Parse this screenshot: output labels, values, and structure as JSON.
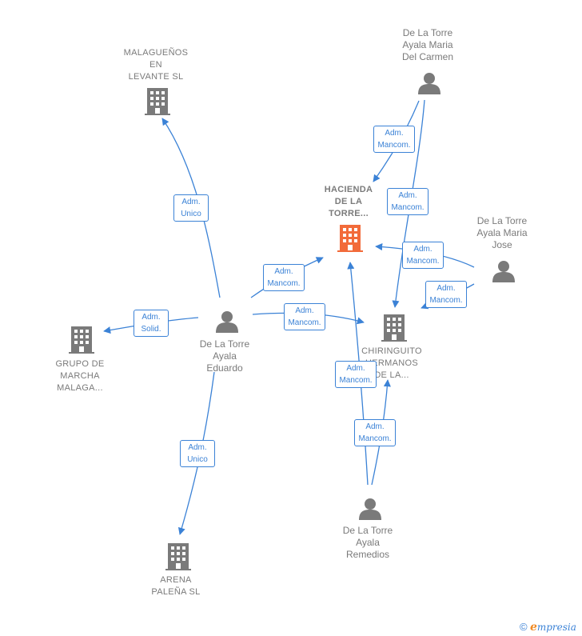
{
  "nodes": {
    "malaguenos": {
      "label": "MALAGUEÑOS\nEN\nLEVANTE  SL"
    },
    "hacienda": {
      "label": "HACIENDA\nDE LA\nTORRE..."
    },
    "grupo": {
      "label": "GRUPO DE\nMARCHA\nMALAGA..."
    },
    "chiringuito": {
      "label": "CHIRINGUITO\nHERMANOS\nDE LA..."
    },
    "arena": {
      "label": "ARENA\nPALEÑA  SL"
    },
    "maria_carmen": {
      "label": "De La Torre\nAyala Maria\nDel Carmen"
    },
    "maria_jose": {
      "label": "De La Torre\nAyala Maria\nJose"
    },
    "eduardo": {
      "label": "De La Torre\nAyala\nEduardo"
    },
    "remedios": {
      "label": "De La Torre\nAyala\nRemedios"
    }
  },
  "edges": {
    "eduardo_malaguenos": "Adm.\nUnico",
    "eduardo_hacienda": "Adm.\nMancom.",
    "eduardo_grupo": "Adm.\nSolid.",
    "eduardo_chiringuito": "Adm.\nMancom.",
    "eduardo_arena": "Adm.\nUnico",
    "carmen_hacienda": "Adm.\nMancom.",
    "carmen_chiringuito": "Adm.\nMancom.",
    "jose_hacienda": "Adm.\nMancom.",
    "jose_chiringuito": "Adm.\nMancom.",
    "remedios_hacienda": "Adm.\nMancom.",
    "remedios_chiringuito": "Adm.\nMancom."
  },
  "colors": {
    "edge": "#3b82d6",
    "node_icon": "#7a7a7a",
    "focus_icon": "#f26b3a"
  },
  "footer": {
    "copyright": "©",
    "brand_initial": "e",
    "brand_rest": "mpresia"
  }
}
